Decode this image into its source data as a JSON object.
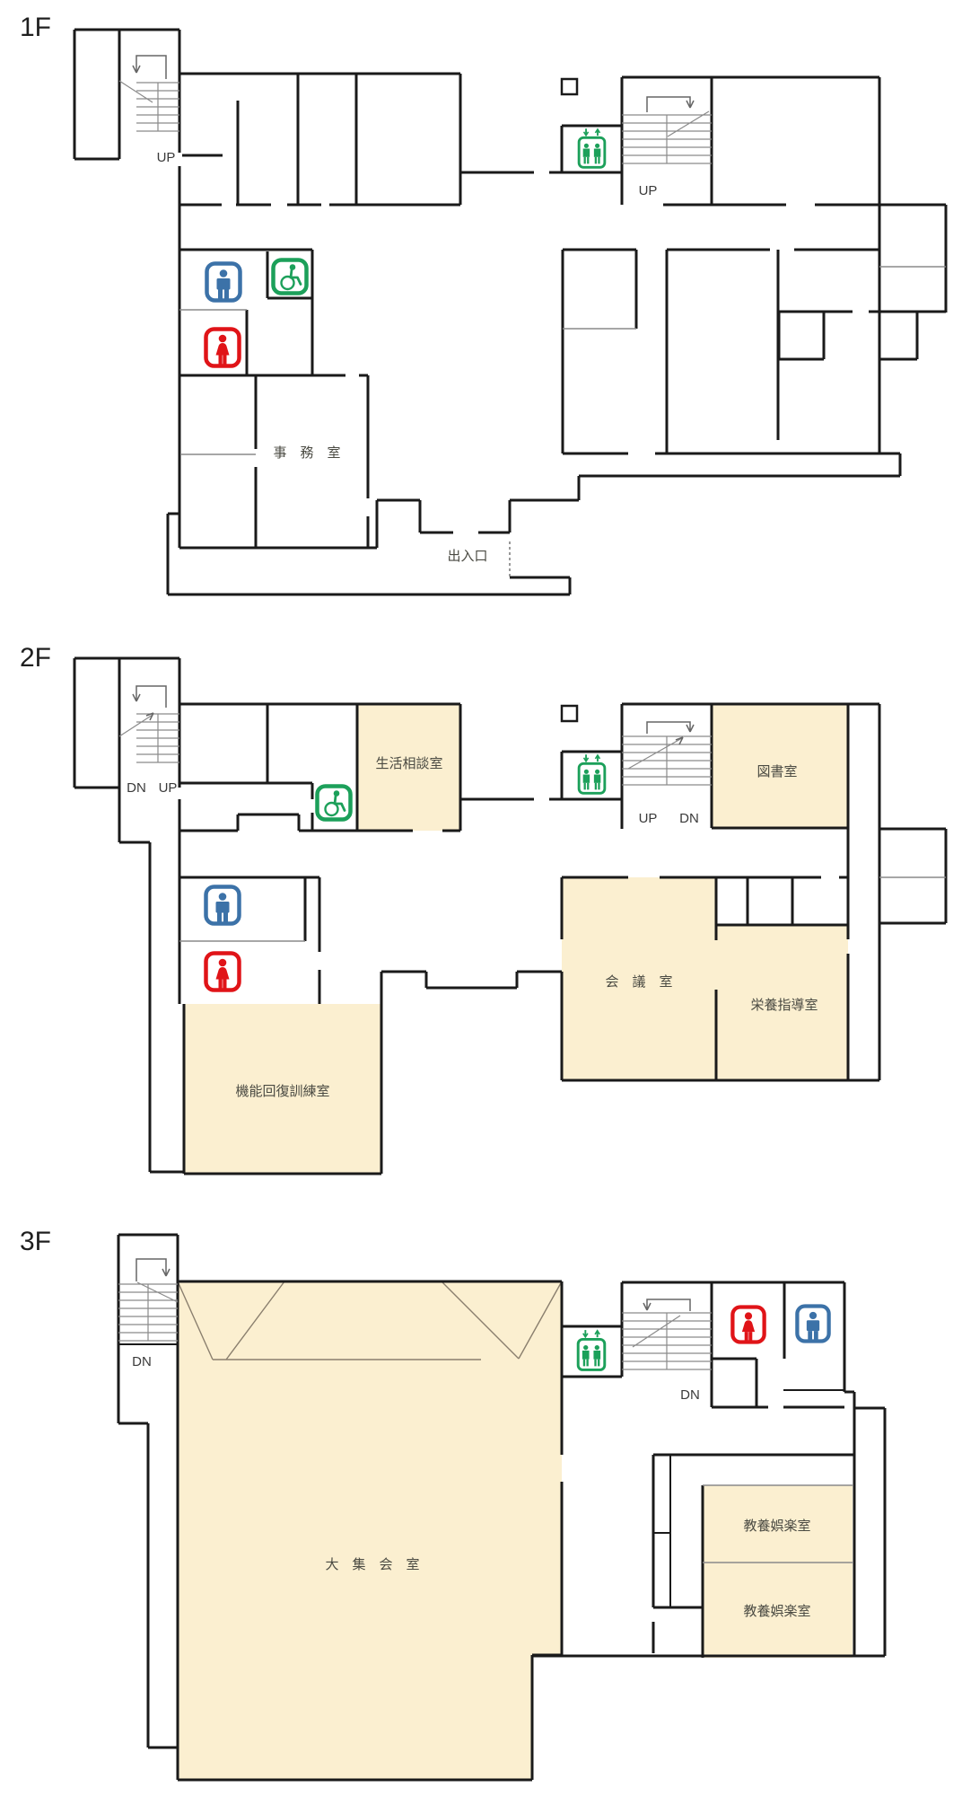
{
  "colors": {
    "wall": "#1a1a1a",
    "thin_line": "#8a8a8a",
    "partition_line": "#8a7f6e",
    "room_fill": "#FBEFD0",
    "elevator_green": "#1CA05A",
    "accessible_green": "#1CA05A",
    "mens_blue": "#3C72A8",
    "womens_red": "#E01418",
    "label_text": "#4a4a42"
  },
  "icons": {
    "elevator": "elevator-icon",
    "mens_toilet": "mens-toilet-icon",
    "womens_toilet": "womens-toilet-icon",
    "accessible_toilet": "accessible-toilet-icon"
  },
  "floor1": {
    "label": "1F",
    "stair_left": "UP",
    "stair_right": "UP",
    "rooms": {
      "office": "事　務　室"
    },
    "entrance": "出入口"
  },
  "floor2": {
    "label": "2F",
    "stair_left_dn": "DN",
    "stair_left_up": "UP",
    "stair_right_up": "UP",
    "stair_right_dn": "DN",
    "rooms": {
      "consultation": "生活相談室",
      "library": "図書室",
      "meeting": "会　議　室",
      "nutrition": "栄養指導室",
      "training": "機能回復訓練室"
    }
  },
  "floor3": {
    "label": "3F",
    "stair_left_dn": "DN",
    "stair_right_dn": "DN",
    "rooms": {
      "main_hall": "大　集　会　室",
      "recreation1": "教養娯楽室",
      "recreation2": "教養娯楽室"
    }
  }
}
